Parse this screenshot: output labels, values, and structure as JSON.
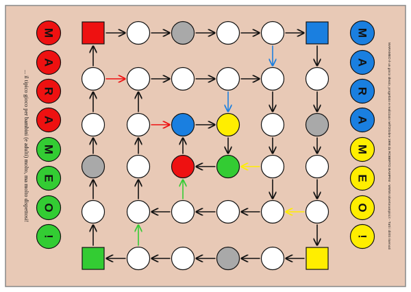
{
  "title_left": [
    "M",
    "A",
    "R",
    "A",
    "M",
    "E",
    "O",
    "!"
  ],
  "title_right": [
    "M",
    "A",
    "R",
    "A",
    "M",
    "E",
    "O",
    "!"
  ],
  "title_left_colors": [
    "#ee1111",
    "#ee1111",
    "#ee1111",
    "#ee1111",
    "#33cc33",
    "#33cc33",
    "#33cc33",
    "#33cc33"
  ],
  "title_right_colors": [
    "#1a7fe0",
    "#1a7fe0",
    "#1a7fe0",
    "#1a7fe0",
    "#ffee00",
    "#ffee00",
    "#ffee00",
    "#ffee00"
  ],
  "tagline": "... il tipico gioco per bambini (e adulti) molto, ma molto dispettosi!",
  "credits": "MARAMEO è un gioco ideato, progettato e realizzato nell'Ottobre 1998 da ROBERTO BAMPINI - WWW.robertorampini.it - Tutti i diritti riservati",
  "colors": {
    "board_bg": "#e8c9b6",
    "white": "#ffffff",
    "gray": "#a9a9a9",
    "red": "#ee1111",
    "blue": "#1a7fe0",
    "yellow": "#ffee00",
    "green": "#33cc33"
  }
}
